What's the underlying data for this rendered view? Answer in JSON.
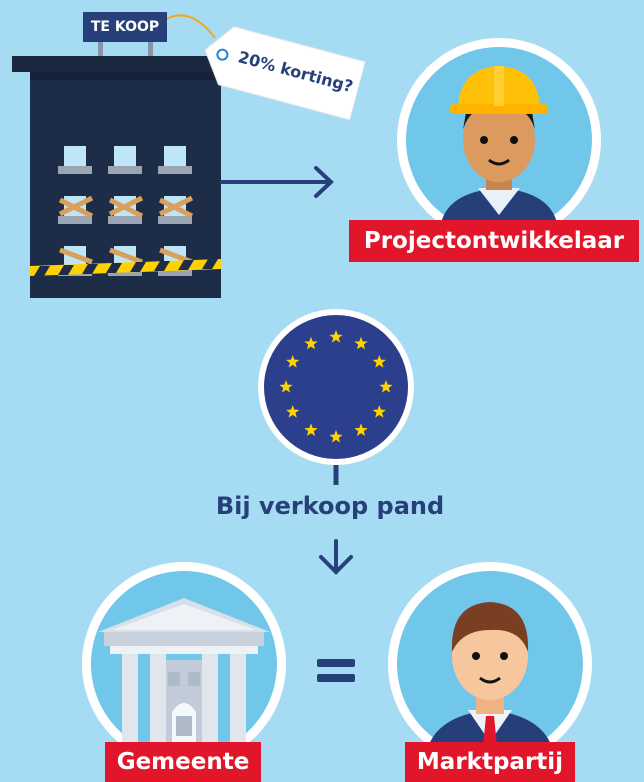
{
  "building": {
    "sign": "TE KOOP",
    "price_tag": "20% korting?"
  },
  "roles": {
    "developer": "Projectontwikkelaar",
    "municipality": "Gemeente",
    "market_party": "Marktpartij"
  },
  "flow": {
    "caption": "Bij verkoop pand",
    "equals_symbol": "="
  },
  "icons": [
    "arrow-right-icon",
    "eu-flag-icon",
    "arrow-down-icon",
    "equals-icon",
    "hard-hat-icon",
    "town-hall-icon",
    "businessman-icon",
    "price-tag-icon"
  ],
  "colors": {
    "background": "#a6dcf3",
    "navy": "#27407a",
    "building": "#1e2d47",
    "red_label": "#e2162b",
    "eu_blue": "#2b3f8c",
    "star": "#ffd200",
    "hardhat": "#ffc107"
  }
}
